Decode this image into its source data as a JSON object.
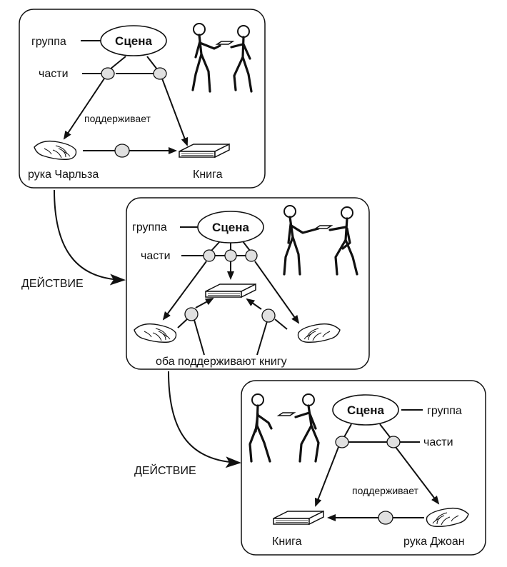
{
  "panel1": {
    "scene": "Сцена",
    "group": "группа",
    "parts": "части",
    "supports": "поддерживает",
    "hand": "рука Чарльза",
    "book": "Книга"
  },
  "action1": "ДЕЙСТВИЕ",
  "panel2": {
    "scene": "Сцена",
    "group": "группа",
    "parts": "части",
    "both": "оба поддерживают книгу"
  },
  "action2": "ДЕЙСТВИЕ",
  "panel3": {
    "scene": "Сцена",
    "group": "группа",
    "parts": "части",
    "supports": "поддерживает",
    "hand": "рука Джоан",
    "book": "Книга"
  }
}
